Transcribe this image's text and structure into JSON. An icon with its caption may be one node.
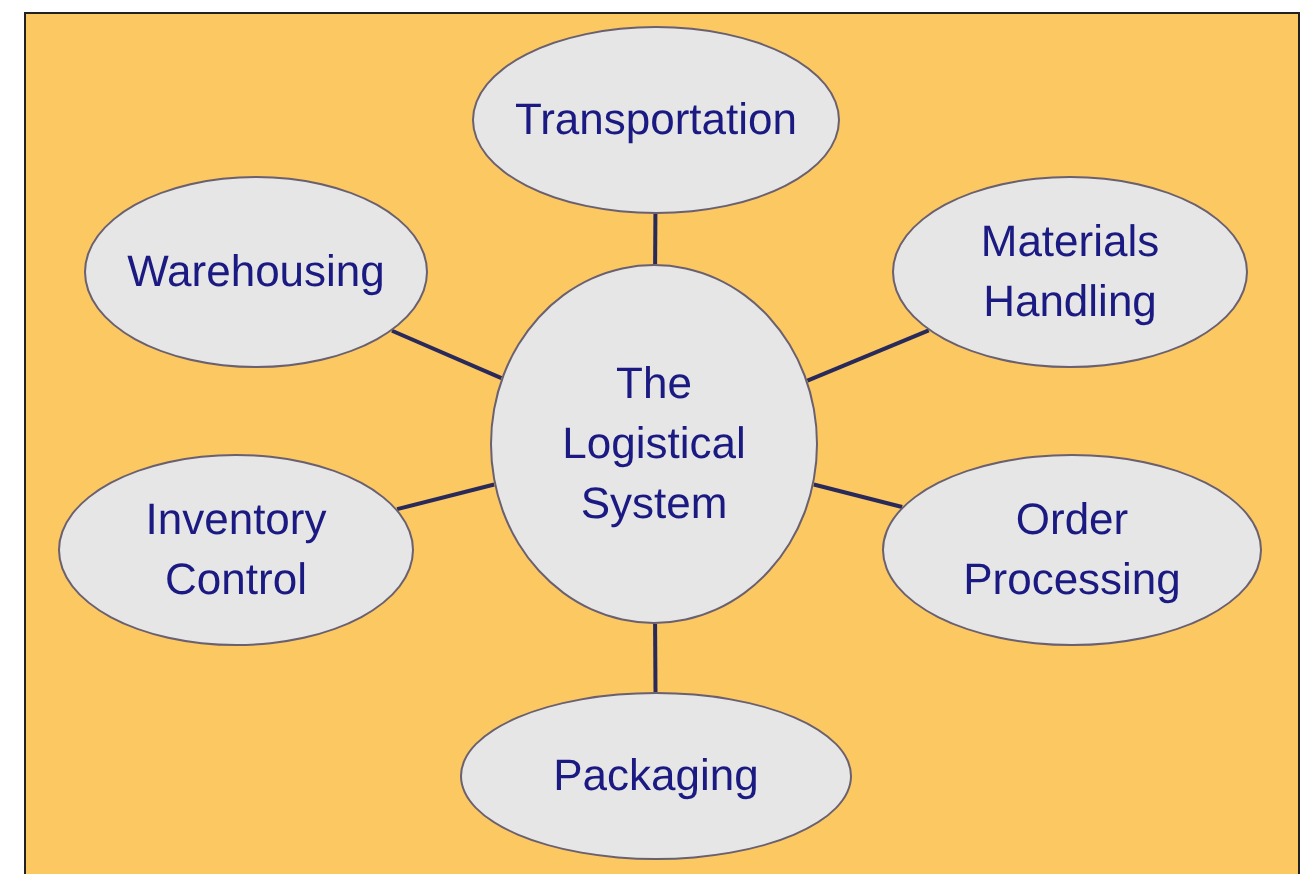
{
  "diagram": {
    "nodes": [
      {
        "text": [
          "The Logistical System"
        ]
      },
      {
        "text": [
          "Transportation"
        ]
      },
      {
        "text": [
          "Warehousing"
        ]
      },
      {
        "text": [
          "Materials Handling"
        ]
      },
      {
        "text": [
          "Inventory Control"
        ]
      },
      {
        "text": [
          "Order Processing"
        ]
      },
      {
        "text": [
          "Packaging"
        ]
      }
    ],
    "edges": [
      {
        "from": 0,
        "to": 1,
        "arrow": "none"
      },
      {
        "from": 0,
        "to": 2,
        "arrow": "none"
      },
      {
        "from": 0,
        "to": 3,
        "arrow": "none"
      },
      {
        "from": 0,
        "to": 4,
        "arrow": "none"
      },
      {
        "from": 0,
        "to": 5,
        "arrow": "none"
      },
      {
        "from": 0,
        "to": 6,
        "arrow": "none"
      }
    ]
  }
}
